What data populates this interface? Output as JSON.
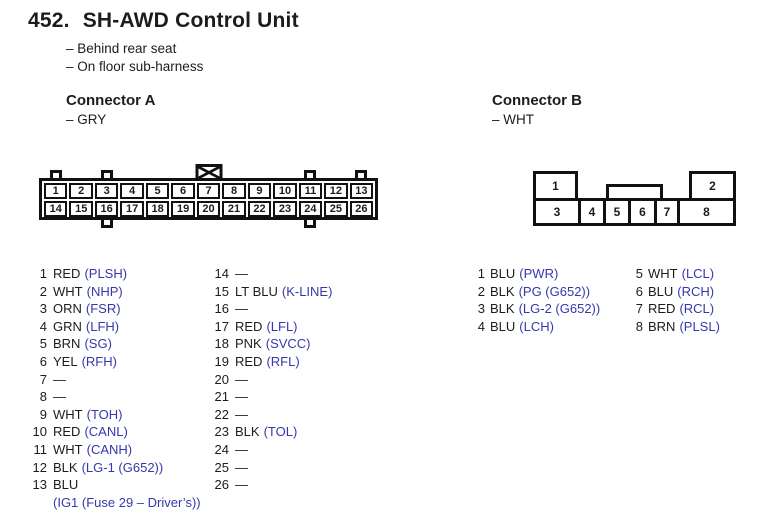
{
  "header": {
    "number": "452.",
    "title": "SH-AWD Control Unit",
    "notes": [
      "– Behind rear seat",
      "– On floor sub-harness"
    ]
  },
  "colors": {
    "signal_blue": "#3737ad",
    "text_black": "#1c1c1c",
    "line_black": "#111111"
  },
  "connector_a": {
    "title": "Connector A",
    "color_note": "– GRY",
    "diagram": {
      "top_pins": [
        "1",
        "2",
        "3",
        "4",
        "5",
        "6",
        "7",
        "8",
        "9",
        "10",
        "11",
        "12",
        "13"
      ],
      "bottom_pins": [
        "14",
        "15",
        "16",
        "17",
        "18",
        "19",
        "20",
        "21",
        "22",
        "23",
        "24",
        "25",
        "26"
      ],
      "crossed_box_above_pin": "7",
      "top_tab_pins": [
        "1",
        "3",
        "11",
        "13"
      ],
      "bottom_tab_pins": [
        "16",
        "24"
      ]
    },
    "pins_col1": [
      {
        "pin": "1",
        "wire": "RED",
        "signal": "(PLSH)"
      },
      {
        "pin": "2",
        "wire": "WHT",
        "signal": "(NHP)"
      },
      {
        "pin": "3",
        "wire": "ORN",
        "signal": "(FSR)"
      },
      {
        "pin": "4",
        "wire": "GRN",
        "signal": "(LFH)"
      },
      {
        "pin": "5",
        "wire": "BRN",
        "signal": "(SG)"
      },
      {
        "pin": "6",
        "wire": "YEL",
        "signal": "(RFH)"
      },
      {
        "pin": "7",
        "wire": "—",
        "signal": ""
      },
      {
        "pin": "8",
        "wire": "—",
        "signal": ""
      },
      {
        "pin": "9",
        "wire": "WHT",
        "signal": "(TOH)"
      },
      {
        "pin": "10",
        "wire": "RED",
        "signal": "(CANL)"
      },
      {
        "pin": "11",
        "wire": "WHT",
        "signal": "(CANH)"
      },
      {
        "pin": "12",
        "wire": "BLK",
        "signal": "(LG-1 (G652))"
      },
      {
        "pin": "13",
        "wire": "BLU",
        "signal": "",
        "signal_line2": "(IG1 (Fuse 29 – Driver’s))"
      }
    ],
    "pins_col2": [
      {
        "pin": "14",
        "wire": "—",
        "signal": ""
      },
      {
        "pin": "15",
        "wire": "LT BLU",
        "signal": "(K-LINE)"
      },
      {
        "pin": "16",
        "wire": "—",
        "signal": ""
      },
      {
        "pin": "17",
        "wire": "RED",
        "signal": "(LFL)"
      },
      {
        "pin": "18",
        "wire": "PNK",
        "signal": "(SVCC)"
      },
      {
        "pin": "19",
        "wire": "RED",
        "signal": "(RFL)"
      },
      {
        "pin": "20",
        "wire": "—",
        "signal": ""
      },
      {
        "pin": "21",
        "wire": "—",
        "signal": ""
      },
      {
        "pin": "22",
        "wire": "—",
        "signal": ""
      },
      {
        "pin": "23",
        "wire": "BLK",
        "signal": "(TOL)"
      },
      {
        "pin": "24",
        "wire": "—",
        "signal": ""
      },
      {
        "pin": "25",
        "wire": "—",
        "signal": ""
      },
      {
        "pin": "26",
        "wire": "—",
        "signal": ""
      }
    ]
  },
  "connector_b": {
    "title": "Connector B",
    "color_note": "– WHT",
    "diagram": {
      "top_left_pin": "1",
      "top_right_pin": "2",
      "bottom_pins": [
        "3",
        "4",
        "5",
        "6",
        "7",
        "8"
      ],
      "bottom_pin_widths": [
        45,
        28,
        28,
        29,
        26,
        47
      ]
    },
    "pins_col1": [
      {
        "pin": "1",
        "wire": "BLU",
        "signal": "(PWR)"
      },
      {
        "pin": "2",
        "wire": "BLK",
        "signal": "(PG (G652))"
      },
      {
        "pin": "3",
        "wire": "BLK",
        "signal": "(LG-2 (G652))"
      },
      {
        "pin": "4",
        "wire": "BLU",
        "signal": "(LCH)"
      }
    ],
    "pins_col2": [
      {
        "pin": "5",
        "wire": "WHT",
        "signal": "(LCL)"
      },
      {
        "pin": "6",
        "wire": "BLU",
        "signal": "(RCH)"
      },
      {
        "pin": "7",
        "wire": "RED",
        "signal": "(RCL)"
      },
      {
        "pin": "8",
        "wire": "BRN",
        "signal": "(PLSL)"
      }
    ]
  }
}
